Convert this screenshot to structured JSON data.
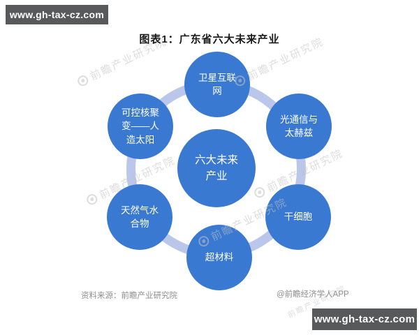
{
  "banners": {
    "top_left": "www.gh-tax-cz.com",
    "bottom_right": "www.gh-tax-cz.com"
  },
  "title": "图表1：广东省六大未来产业",
  "diagram": {
    "center": {
      "label": "六大未来\n产业"
    },
    "nodes": [
      {
        "id": "satellite-internet",
        "label": "卫星互联\n网"
      },
      {
        "id": "optical-terahertz",
        "label": "光通信与\n太赫兹"
      },
      {
        "id": "stem-cells",
        "label": "干细胞"
      },
      {
        "id": "metamaterials",
        "label": "超材料"
      },
      {
        "id": "natural-gas-hydrate",
        "label": "天然气水\n合物"
      },
      {
        "id": "controlled-fusion",
        "label": "可控核聚\n变——人\n造太阳"
      }
    ],
    "colors": {
      "node_fill": "#3a79d1",
      "node_text": "#ffffff",
      "ring": "#bac7ea"
    }
  },
  "watermark": {
    "text": "前瞻产业研究院"
  },
  "footer": {
    "source": "资料来源：前瞻产业研究院",
    "attribution": "@前瞻经济学人APP"
  },
  "colors": {
    "banner_bg": "#58595b",
    "banner_text": "#ffffff",
    "title_text": "#1a1a1a",
    "footer_text": "#8e8e8e",
    "background": "#ffffff"
  }
}
